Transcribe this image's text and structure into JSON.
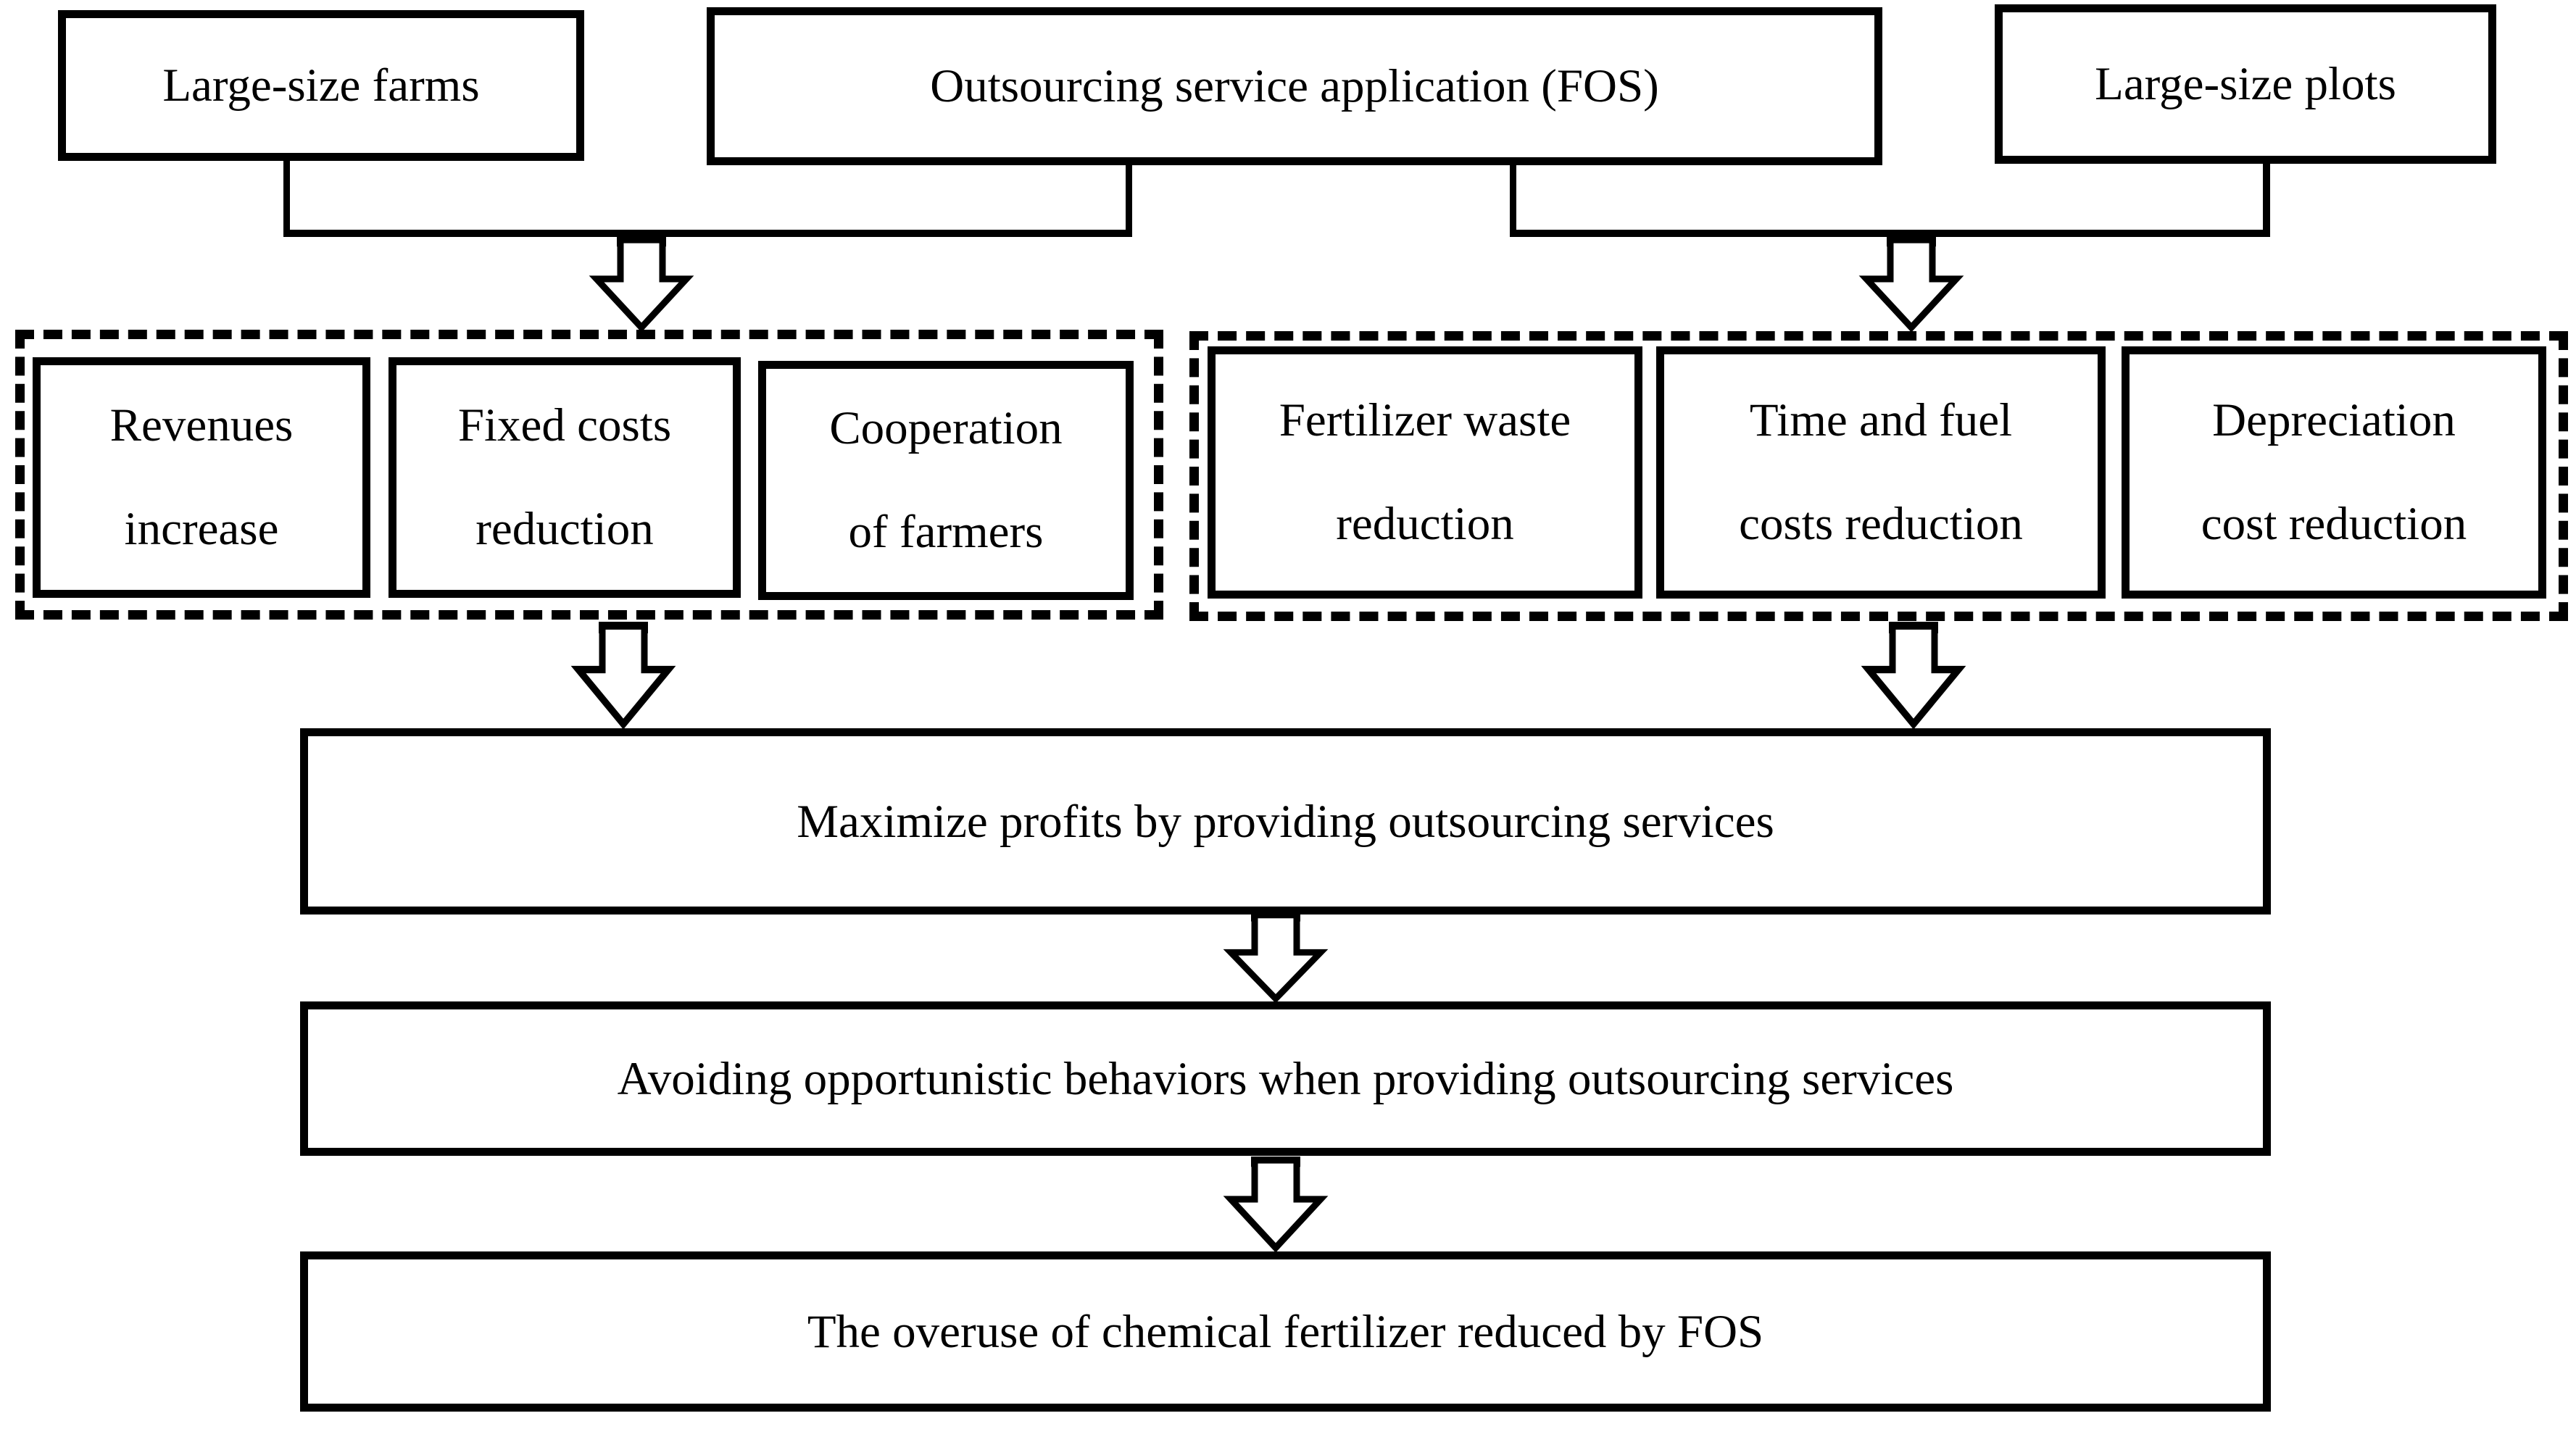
{
  "diagram": {
    "colors": {
      "ink": "#000000",
      "paper": "#ffffff"
    },
    "top_row": {
      "farms": "Large-size farms",
      "fos": "Outsourcing service application (FOS)",
      "plots": "Large-size plots"
    },
    "left_group": {
      "items": [
        {
          "line1": "Revenues",
          "line2": "increase"
        },
        {
          "line1": "Fixed costs",
          "line2": "reduction"
        },
        {
          "line1": "Cooperation",
          "line2": "of farmers"
        }
      ]
    },
    "right_group": {
      "items": [
        {
          "line1": "Fertilizer waste",
          "line2": "reduction"
        },
        {
          "line1": "Time and fuel",
          "line2": "costs reduction"
        },
        {
          "line1": "Depreciation",
          "line2": "cost reduction"
        }
      ]
    },
    "flow": {
      "maximize": "Maximize profits by providing outsourcing services",
      "avoiding": "Avoiding opportunistic behaviors when providing outsourcing services",
      "overuse": "The overuse of chemical fertilizer reduced by FOS"
    }
  }
}
